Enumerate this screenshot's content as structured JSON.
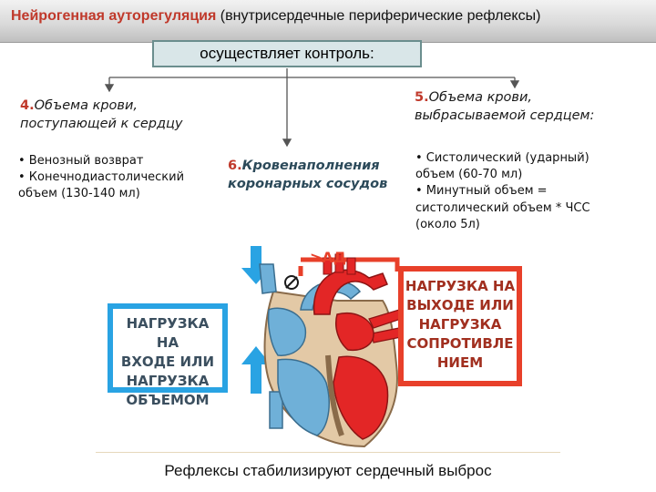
{
  "header": {
    "title_highlight": "Нейрогенная ауторегуляция",
    "title_rest": " (внутрисердечные периферические рефлексы)"
  },
  "control_label": "осуществляет контроль:",
  "topics": {
    "left": {
      "num": "4.",
      "line1": "Объема крови,",
      "line2": "поступающей к сердцу"
    },
    "center": {
      "num": "6.",
      "line1": "Кровенаполнения",
      "line2": "коронарных сосудов"
    },
    "right": {
      "num": "5.",
      "line1": "Объема крови,",
      "line2": "выбрасываемой сердцем:"
    }
  },
  "left_bullets": [
    "• Венозный возврат",
    "• Конечнодиастолический",
    "объем (130-140 мл)"
  ],
  "right_bullets": [
    "• Систолический (ударный)",
    "объем (60-70 мл)",
    "• Минутный объем =",
    "систолический объем * ЧСС",
    "(около 5л)"
  ],
  "ad_label": ">АД",
  "load_in": [
    "НАГРУЗКА НА",
    "ВХОДЕ ИЛИ",
    "НАГРУЗКА",
    "ОБЪЕМОМ"
  ],
  "load_out": [
    "НАГРУЗКА НА",
    "ВЫХОДЕ ИЛИ",
    "НАГРУЗКА",
    "СОПРОТИВЛЕ",
    "НИЕМ"
  ],
  "footer": "Рефлексы стабилизируют сердечный выброс",
  "colors": {
    "input_load": "#29a3e3",
    "output_load": "#e8402a",
    "venous_blue": "#6fb0d8",
    "arterial_red": "#e32626",
    "accent_red": "#c0392b"
  }
}
